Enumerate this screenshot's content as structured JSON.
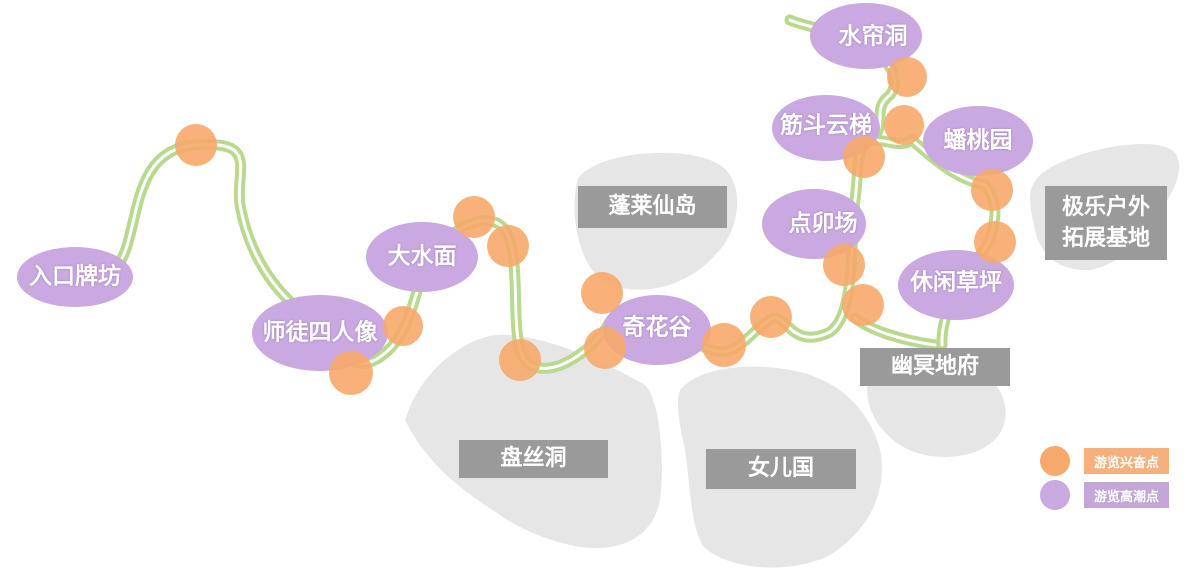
{
  "colors": {
    "path_outer": "#b9d98f",
    "path_inner": "#ffffff",
    "spot_fill": "#c9a9e0",
    "excite_fill": "#f6a96a",
    "area_fill": "#e6e6e6",
    "label_bg": "#9a9a9a",
    "legend_excite_bg": "#f5b07e",
    "legend_climax_bg": "#c3a5d8"
  },
  "spots": [
    {
      "id": "entrance",
      "label": "入口牌坊"
    },
    {
      "id": "master",
      "label": "师徒四人像"
    },
    {
      "id": "water",
      "label": "大水面"
    },
    {
      "id": "qihua",
      "label": "奇花谷"
    },
    {
      "id": "dianmao",
      "label": "点卯场"
    },
    {
      "id": "jindou",
      "label": "筋斗云梯"
    },
    {
      "id": "shuilian",
      "label": "水帘洞"
    },
    {
      "id": "pantao",
      "label": "蟠桃园"
    },
    {
      "id": "xiuxian",
      "label": "休闲草坪"
    }
  ],
  "areas": [
    {
      "id": "penglai",
      "label": "蓬莱仙岛"
    },
    {
      "id": "pansi",
      "label": "盘丝洞"
    },
    {
      "id": "nver",
      "label": "女儿国"
    },
    {
      "id": "youming",
      "label": "幽冥地府"
    },
    {
      "id": "jile1",
      "label": "极乐户外"
    },
    {
      "id": "jile2",
      "label": "拓展基地"
    }
  ],
  "legend": {
    "excite": "游览兴奋点",
    "climax": "游览高潮点"
  }
}
